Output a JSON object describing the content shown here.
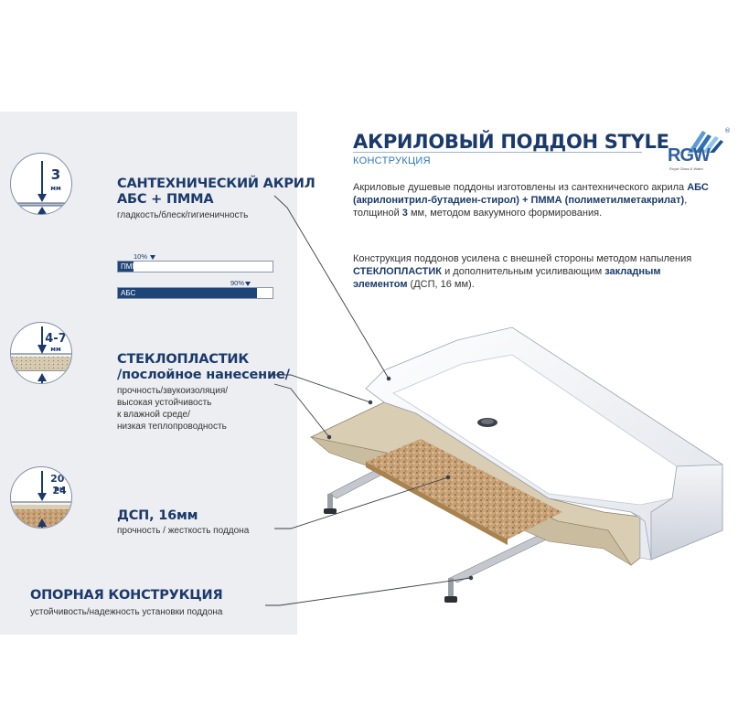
{
  "header": {
    "title": "АКРИЛОВЫЙ ПОДДОН STYLE",
    "subtitle": "КОНСТРУКЦИЯ",
    "brand": {
      "name": "RGW",
      "tagline": "Royal Glass & Water",
      "registered": "®",
      "color": "#2f5f9e"
    }
  },
  "intro": {
    "p1": {
      "a": "Акриловые душевые поддоны изготовлены из сантехнического акрила ",
      "b": "АБС (акрилонитрил-бутадиен-стирол) + ПММА (полиметилметакрилат)",
      "c": ", толщиной ",
      "d": "3",
      "e": " мм, методом вакуумного формирования."
    },
    "p2": {
      "a": "Конструкция поддонов усилена с внешней стороны методом напыления ",
      "b": "СТЕКЛОПЛАСТИК",
      "c": " и дополнительным усиливающим ",
      "d": "закладным элементом",
      "e": " (ДСП, 16 мм)."
    }
  },
  "layers": [
    {
      "thickness": "3",
      "unit": "мм",
      "title_line1": "САНТЕХНИЧЕСКИЙ АКРИЛ",
      "title_line2": "АБС + ПММА",
      "desc": [
        "гладкость/блеск/гигиеничность"
      ]
    },
    {
      "thickness": "4-7",
      "unit": "мм",
      "title_line1": "СТЕКЛОПЛАСТИК",
      "title_line2": "/послойное нанесение/",
      "desc": [
        "прочность/звукоизоляция/",
        "высокая устойчивость",
        "к влажной среде/",
        "низкая теплопроводность"
      ]
    },
    {
      "thickness": "20-24",
      "unit": "мм",
      "title_line1": "ДСП, 16мм",
      "desc": [
        "прочность / жесткость поддона"
      ]
    }
  ],
  "composition_bars": [
    {
      "name": "ПММА",
      "percent": 10,
      "label": "10%"
    },
    {
      "name": "АБС",
      "percent": 90,
      "label": "90%"
    }
  ],
  "support": {
    "title": "ОПОРНАЯ КОНСТРУКЦИЯ",
    "desc": "устойчивость/надежность установки поддона"
  },
  "colors": {
    "navy": "#1b3a6b",
    "bar_fill": "#1f4477",
    "panel_bg": "#eceef1",
    "fiberglass": "#d9cdb3",
    "chipboard": "#c9a277",
    "acrylic": "#f6f7f9"
  }
}
